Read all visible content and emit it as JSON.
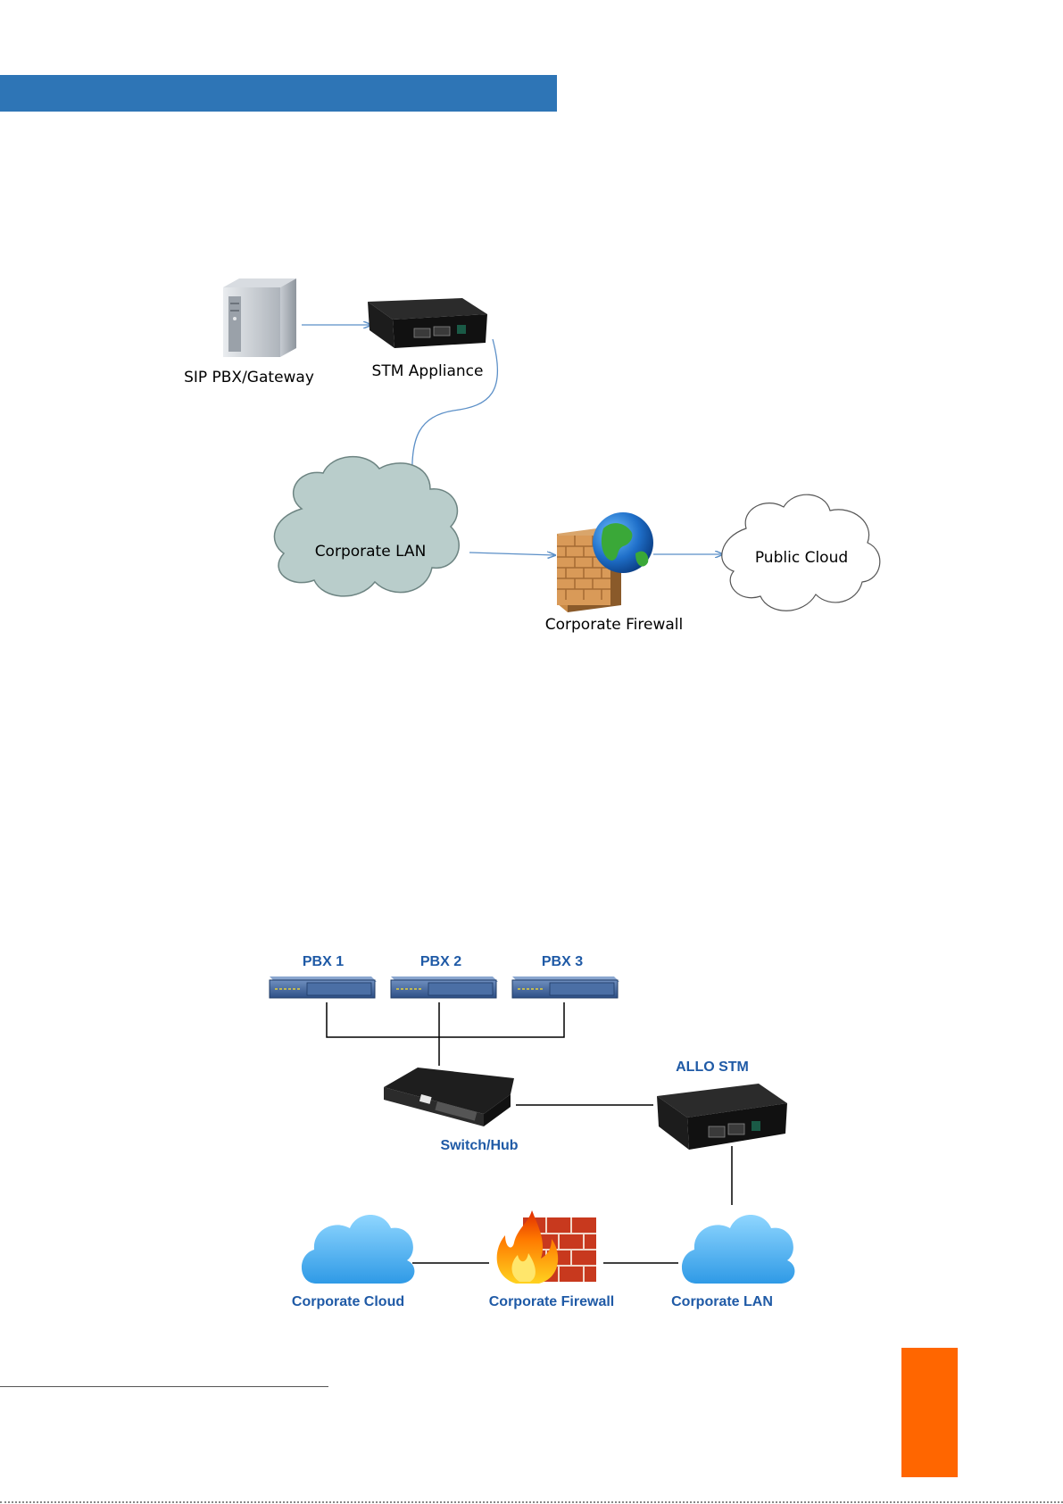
{
  "colors": {
    "header_bar": "#2E75B6",
    "page_tab": "#FF6600",
    "arrow": "#5B8FC7",
    "cloud_gray": "#B9CDCB",
    "link_line": "#000000",
    "label_blue": "#1F5AA6"
  },
  "diagram1": {
    "labels": {
      "pbx": "SIP PBX/Gateway",
      "stm": "STM Appliance",
      "lan": "Corporate LAN",
      "firewall": "Corporate Firewall",
      "cloud": "Public Cloud"
    },
    "icons": [
      "server-tower-icon",
      "stm-appliance-icon",
      "cloud-icon",
      "brick-firewall-icon",
      "globe-icon"
    ]
  },
  "diagram2": {
    "labels": {
      "pbx1": "PBX 1",
      "pbx2": "PBX 2",
      "pbx3": "PBX 3",
      "switch": "Switch/Hub",
      "stm": "ALLO STM",
      "cloud": "Corporate Cloud",
      "firewall": "Corporate Firewall",
      "lan": "Corporate LAN"
    },
    "icons": [
      "rack-server-icon",
      "network-switch-icon",
      "stm-appliance-icon",
      "blue-cloud-icon",
      "fire-firewall-icon"
    ]
  }
}
